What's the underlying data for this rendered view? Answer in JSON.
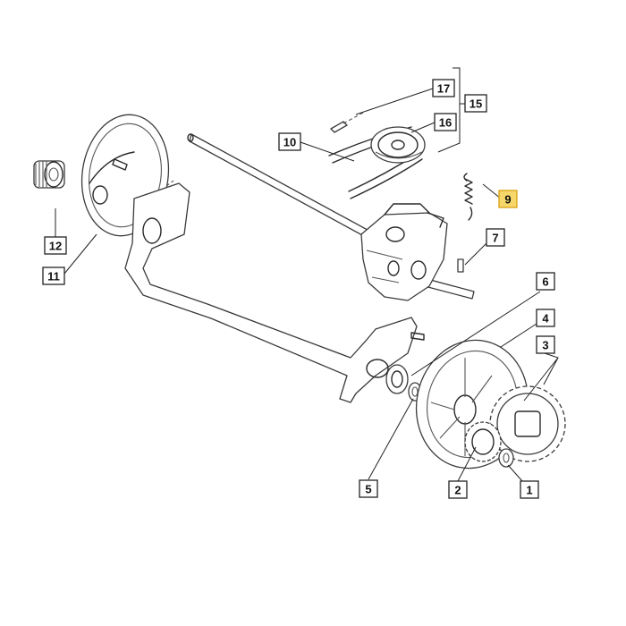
{
  "diagram": {
    "callouts": [
      {
        "id": "c17",
        "label": "17",
        "highlight": false
      },
      {
        "id": "c15",
        "label": "15",
        "highlight": false
      },
      {
        "id": "c16",
        "label": "16",
        "highlight": false
      },
      {
        "id": "c10",
        "label": "10",
        "highlight": false
      },
      {
        "id": "c9",
        "label": "9",
        "highlight": true
      },
      {
        "id": "c7",
        "label": "7",
        "highlight": false
      },
      {
        "id": "c12",
        "label": "12",
        "highlight": false
      },
      {
        "id": "c11",
        "label": "11",
        "highlight": false
      },
      {
        "id": "c6",
        "label": "6",
        "highlight": false
      },
      {
        "id": "c4",
        "label": "4",
        "highlight": false
      },
      {
        "id": "c3",
        "label": "3",
        "highlight": false
      },
      {
        "id": "c5",
        "label": "5",
        "highlight": false
      },
      {
        "id": "c2",
        "label": "2",
        "highlight": false
      },
      {
        "id": "c1",
        "label": "1",
        "highlight": false
      }
    ],
    "colors": {
      "highlight_fill": "#f7d66a",
      "highlight_border": "#d8a20f",
      "line": "#2a2a2a",
      "background": "#ffffff"
    }
  }
}
